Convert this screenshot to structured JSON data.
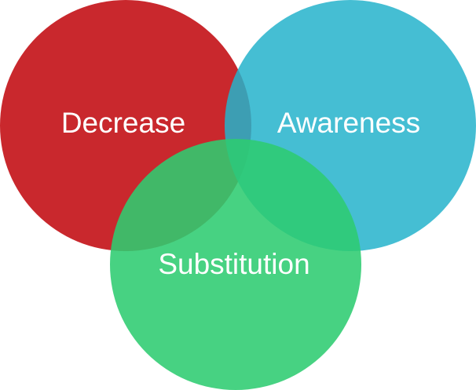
{
  "diagram": {
    "type": "venn",
    "sets": [
      {
        "label": "Decrease",
        "color": "#C9282D",
        "opacity": 1.0
      },
      {
        "label": "Awareness",
        "color": "#24B3CB",
        "opacity": 0.85
      },
      {
        "label": "Substitution",
        "color": "#2ECC71",
        "opacity": 0.88
      }
    ],
    "label_color": "#FFFFFF"
  }
}
